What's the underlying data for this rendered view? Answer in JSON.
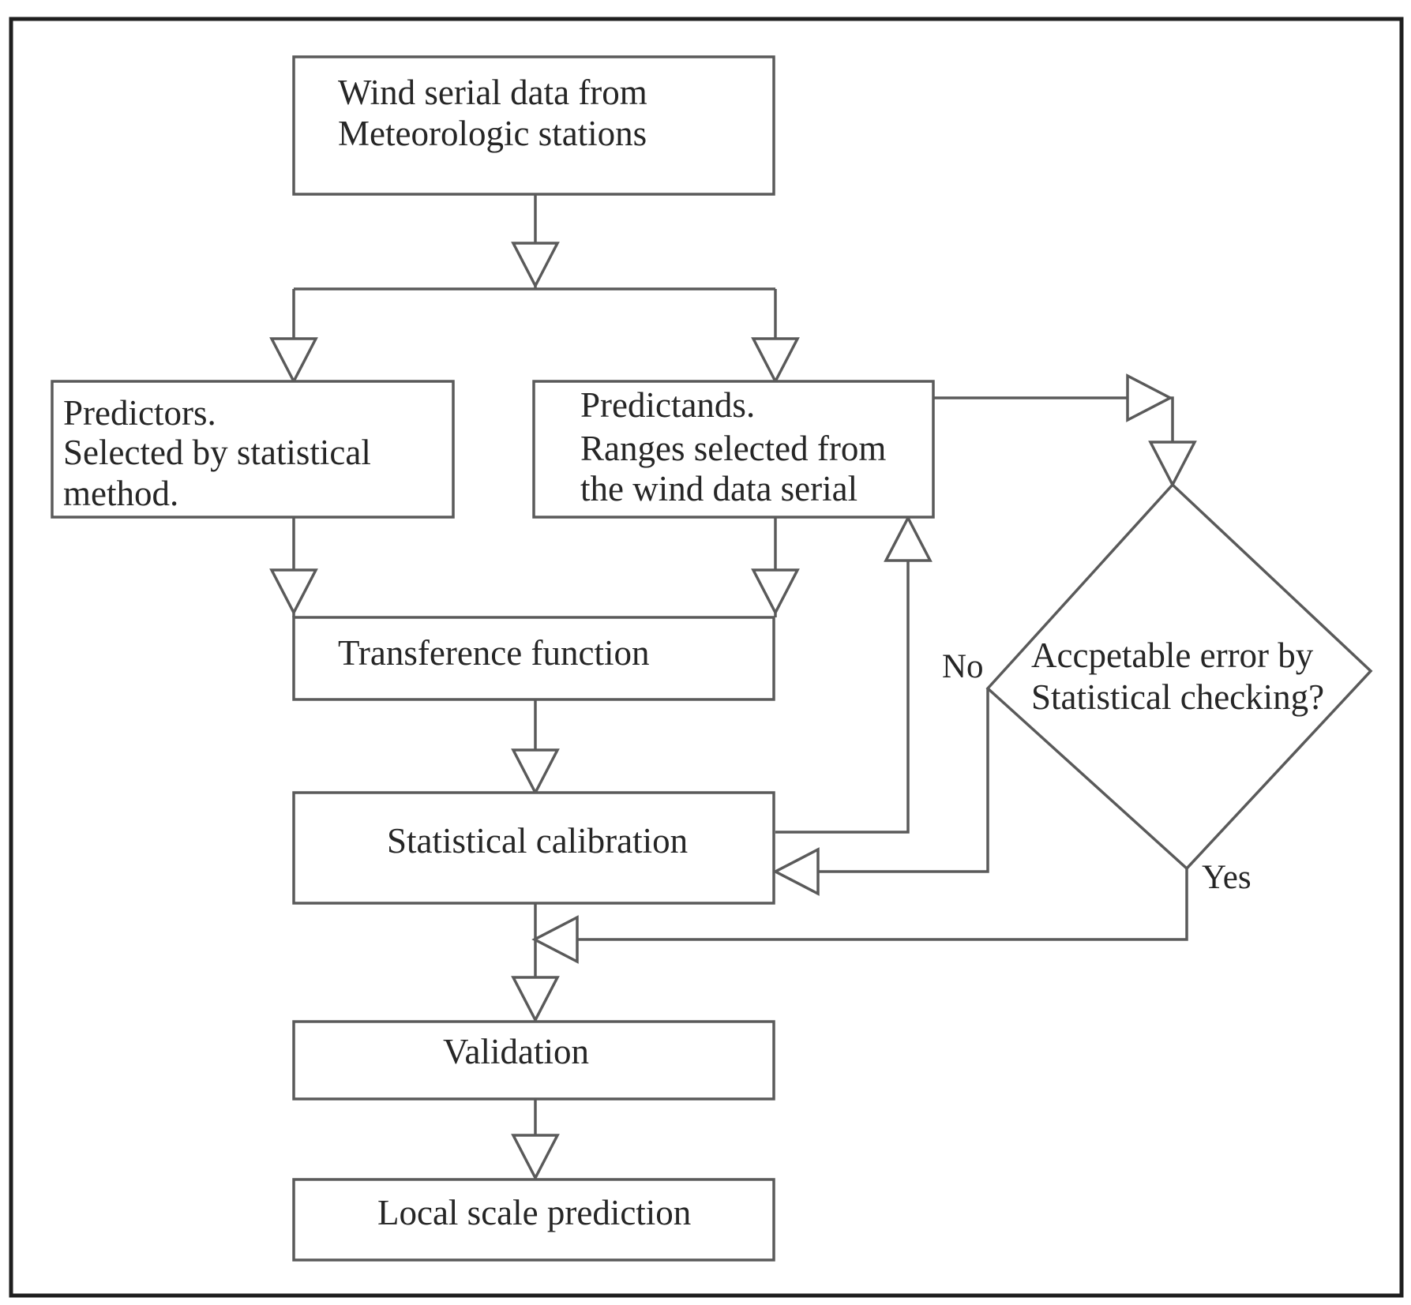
{
  "nodes": {
    "wind_data": {
      "lines": [
        "Wind serial data from",
        "Meteorologic stations"
      ]
    },
    "predictors": {
      "lines": [
        "Predictors.",
        "Selected by statistical",
        "method."
      ]
    },
    "predictands": {
      "lines": [
        "Predictands.",
        "Ranges selected from",
        "the wind data serial"
      ]
    },
    "transference": {
      "lines": [
        "Transference function"
      ]
    },
    "calibration": {
      "lines": [
        "Statistical calibration"
      ]
    },
    "decision": {
      "lines": [
        "Accpetable error by",
        "Statistical checking?"
      ]
    },
    "validation": {
      "lines": [
        "Validation"
      ]
    },
    "prediction": {
      "lines": [
        "Local scale prediction"
      ]
    }
  },
  "edge_labels": {
    "no": "No",
    "yes": "Yes"
  },
  "colors": {
    "stroke": "#5a5a5a",
    "frame": "#1f1f1f",
    "text": "#262626",
    "background": "#ffffff"
  }
}
